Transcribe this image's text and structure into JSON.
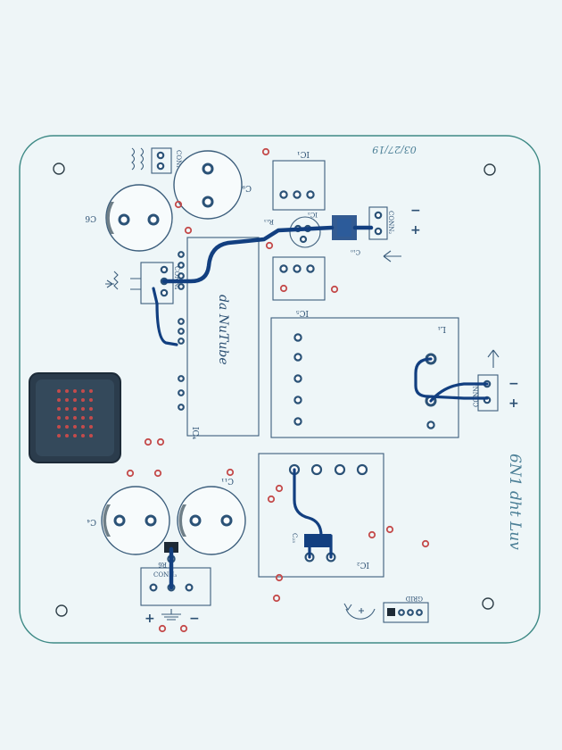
{
  "board": {
    "title": "6N1 dht Luv",
    "date": "03/27/19",
    "module_label": "da NuTube"
  },
  "labels": {
    "ic1": "IC₁",
    "ic2": "IC₂",
    "ic3": "IC₃",
    "ic4": "IC₄",
    "ic5": "IC₅",
    "c4": "C₄",
    "c9": "C₉",
    "c6": "C6",
    "c10": "C₁₀",
    "c11": "C₁₁",
    "c23": "C₂₃",
    "r6": "R6",
    "r13": "R₁₃",
    "l1": "L₁",
    "conn2": "CONN₂",
    "conn3": "CONN₃",
    "conn4": "CONN₄",
    "conn5": "CONN₅",
    "conn6": "CONN6",
    "grid": "GRID"
  },
  "signs": {
    "plus": "+",
    "minus": "−"
  },
  "colors": {
    "background": "#eef5f7",
    "outline": "#3e8a86",
    "trace": "#123f80",
    "via": "#c44b4b",
    "silk": "#3c5e7c",
    "pad_array": "#2b3c4c"
  }
}
